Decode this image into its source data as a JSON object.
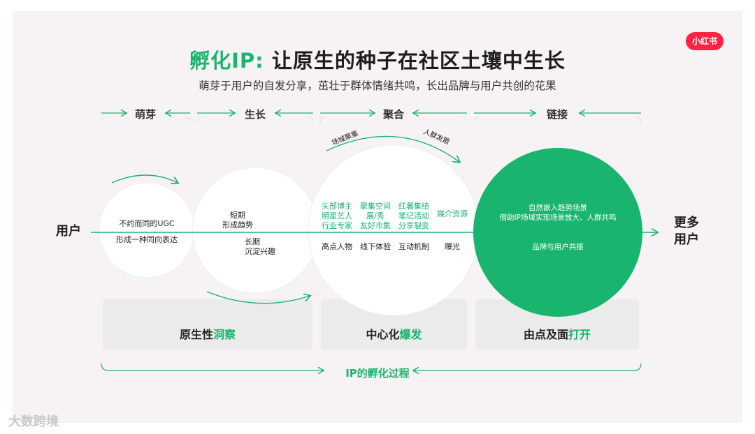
{
  "brand": {
    "logo_text": "小红书",
    "accent_color": "#19b56f",
    "logo_color": "#ff2442"
  },
  "title": {
    "accent": "孵化IP:",
    "rest": " 让原生的种子在社区土壤中生长"
  },
  "subtitle": "萌芽于用户的自发分享，茁壮于群体情绪共鸣，长出品牌与用户共创的花果",
  "stages": [
    "萌芽",
    "生长",
    "聚合",
    "链接"
  ],
  "left_label": "用户",
  "right_label": [
    "更多",
    "用户"
  ],
  "circle1": {
    "top": "不约而同的UGC",
    "bottom": "形成一种同向表达"
  },
  "circle2": {
    "top": [
      "短期",
      "形成趋势"
    ],
    "bottom": [
      "长期",
      "沉淀兴趣"
    ]
  },
  "circle3": {
    "arc_left": "场域聚集",
    "arc_right": "人群发散",
    "columns": [
      {
        "lines": [
          "头部博主",
          "明星艺人",
          "行业专家"
        ],
        "bottom": "高点人物"
      },
      {
        "lines": [
          "聚集空间",
          "展/秀",
          "友好市集"
        ],
        "bottom": "线下体验"
      },
      {
        "lines": [
          "红薯集结",
          "笔记活动",
          "分享裂变"
        ],
        "bottom": "互动机制"
      },
      {
        "lines": [
          "媒介资源"
        ],
        "bottom": "曝光"
      }
    ]
  },
  "circle4": {
    "top": [
      "自然嵌入趋势场景",
      "借助IP场域实现场景放大、人群共鸣"
    ],
    "bottom": "品牌与用户共振"
  },
  "panels": [
    {
      "plain": "原生性",
      "green": "洞察"
    },
    {
      "plain": "中心化",
      "green": "爆发"
    },
    {
      "plain": "由点及面",
      "green": "打开"
    }
  ],
  "bottom_label": "IP的孵化过程",
  "watermark": "大数跨境"
}
